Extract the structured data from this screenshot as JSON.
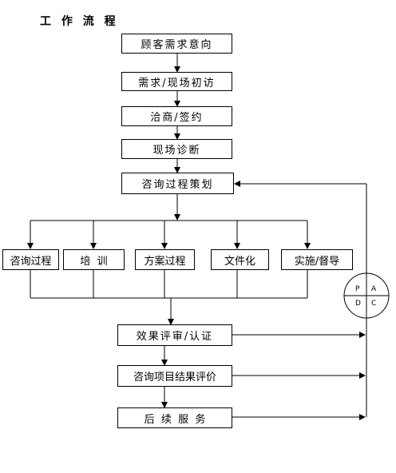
{
  "title": "工 作 流 程",
  "main_steps": {
    "customer_intent": "顾客需求意向",
    "initial_visit": "需求/现场初访",
    "negotiate_sign": "洽商/签约",
    "site_diagnosis": "现场诊断",
    "planning": "咨询过程策划"
  },
  "branches": [
    "咨询过程",
    "培  训",
    "方案过程",
    "文件化",
    "实施/督导"
  ],
  "review_steps": {
    "effect_review": "效果评审/认证",
    "project_evaluation": "咨询项目结果评价",
    "follow_up": "后  续  服  务"
  },
  "pdca": {
    "p": "P",
    "a": "A",
    "d": "D",
    "c": "C"
  },
  "colors": {
    "line": "#000000",
    "box_fill": "#ffffff"
  }
}
